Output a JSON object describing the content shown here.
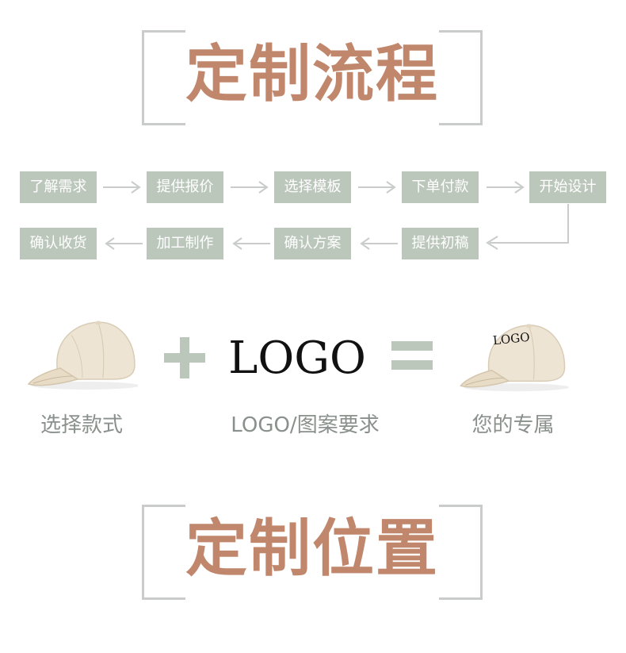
{
  "title_top": "定制流程",
  "title_bottom": "定制位置",
  "flow_row1": [
    "了解需求",
    "提供报价",
    "选择模板",
    "下单付款",
    "开始设计"
  ],
  "flow_row2": [
    "确认收货",
    "加工制作",
    "确认方案",
    "提供初稿"
  ],
  "logo_text": "LOGO",
  "hat_logo_text": "LOGO",
  "captions": [
    "选择款式",
    "LOGO/图案要求",
    "您的专属"
  ],
  "colors": {
    "accent": "#c0876c",
    "step_bg": "#bcc7bc",
    "bracket": "#c9cccb",
    "caption": "#8a908c"
  }
}
